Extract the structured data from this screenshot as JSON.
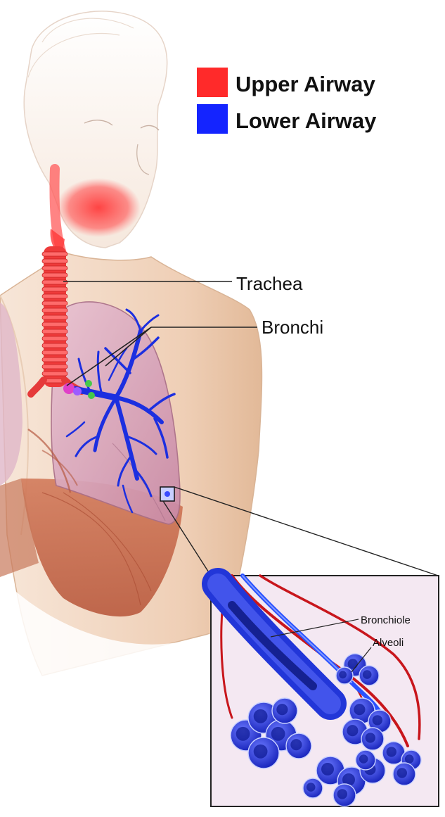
{
  "legend": {
    "items": [
      {
        "label": "Upper Airway",
        "color": "#ff2a2a"
      },
      {
        "label": "Lower Airway",
        "color": "#1424ff"
      }
    ]
  },
  "callouts": {
    "trachea": "Trachea",
    "bronchi": "Bronchi"
  },
  "inset": {
    "bronchiole": "Bronchiole",
    "alveoli": "Alveoli"
  },
  "colors": {
    "upper_airway": "#ff2a2a",
    "lower_airway": "#1424ff",
    "lung": "#d4a2b8",
    "skin": "#f2d6c0",
    "inset_bg": "#f4e8f2"
  }
}
